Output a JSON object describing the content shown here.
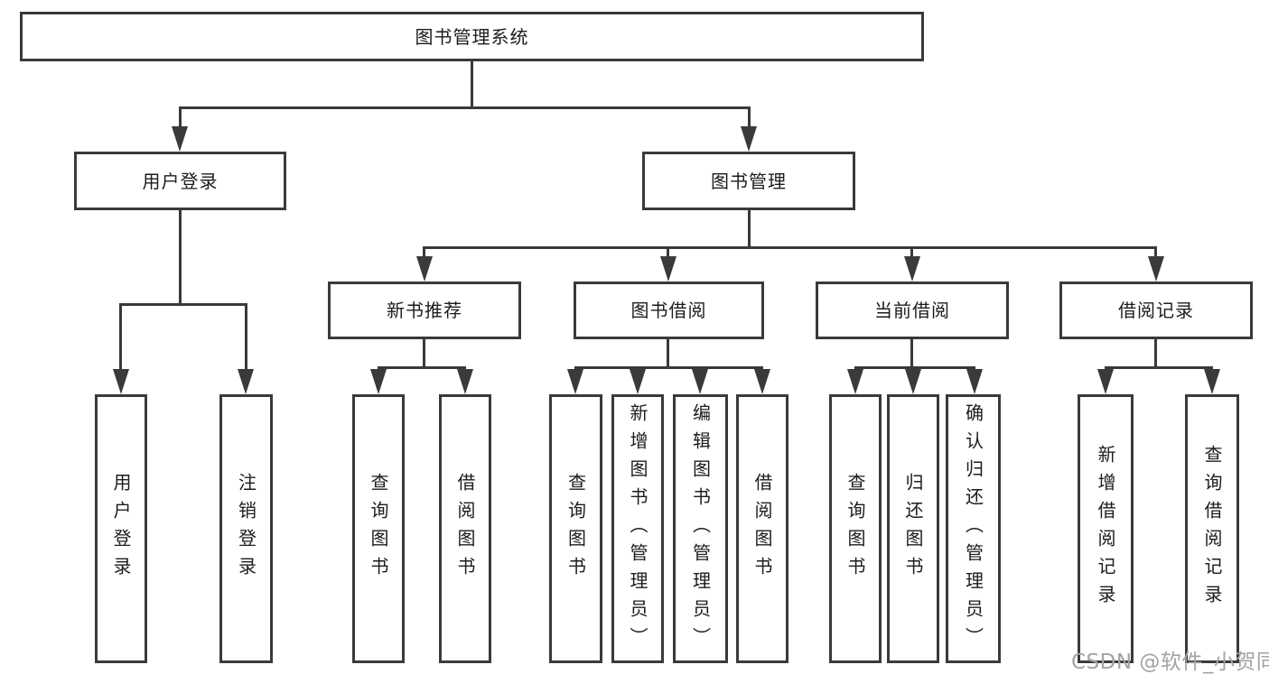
{
  "diagram": {
    "root": {
      "label": "图书管理系统"
    },
    "user_login": {
      "label": "用户登录"
    },
    "book_mgmt": {
      "label": "图书管理"
    },
    "new_books": {
      "label": "新书推荐"
    },
    "book_borrow": {
      "label": "图书借阅"
    },
    "current_borrow": {
      "label": "当前借阅"
    },
    "borrow_records": {
      "label": "借阅记录"
    },
    "leaf_login": {
      "label": "用户登录"
    },
    "leaf_logout": {
      "label": "注销登录"
    },
    "leaf_nb_query": {
      "label": "查询图书"
    },
    "leaf_nb_borrow": {
      "label": "借阅图书"
    },
    "leaf_bb_query": {
      "label": "查询图书"
    },
    "leaf_bb_add": {
      "label": "新增图书（管理员）"
    },
    "leaf_bb_edit": {
      "label": "编辑图书（管理员）"
    },
    "leaf_bb_borrow": {
      "label": "借阅图书"
    },
    "leaf_cb_query": {
      "label": "查询图书"
    },
    "leaf_cb_return": {
      "label": "归还图书"
    },
    "leaf_cb_confirm": {
      "label": "确认归还（管理员）"
    },
    "leaf_rec_add": {
      "label": "新增借阅记录"
    },
    "leaf_rec_query": {
      "label": "查询借阅记录"
    }
  },
  "watermark": {
    "text": "CSDN @软件_小贺同学"
  },
  "colors": {
    "line": "#3a3a3a",
    "text": "#1c1c1c",
    "watermark": "#a3a3a3",
    "background": "#ffffff"
  }
}
